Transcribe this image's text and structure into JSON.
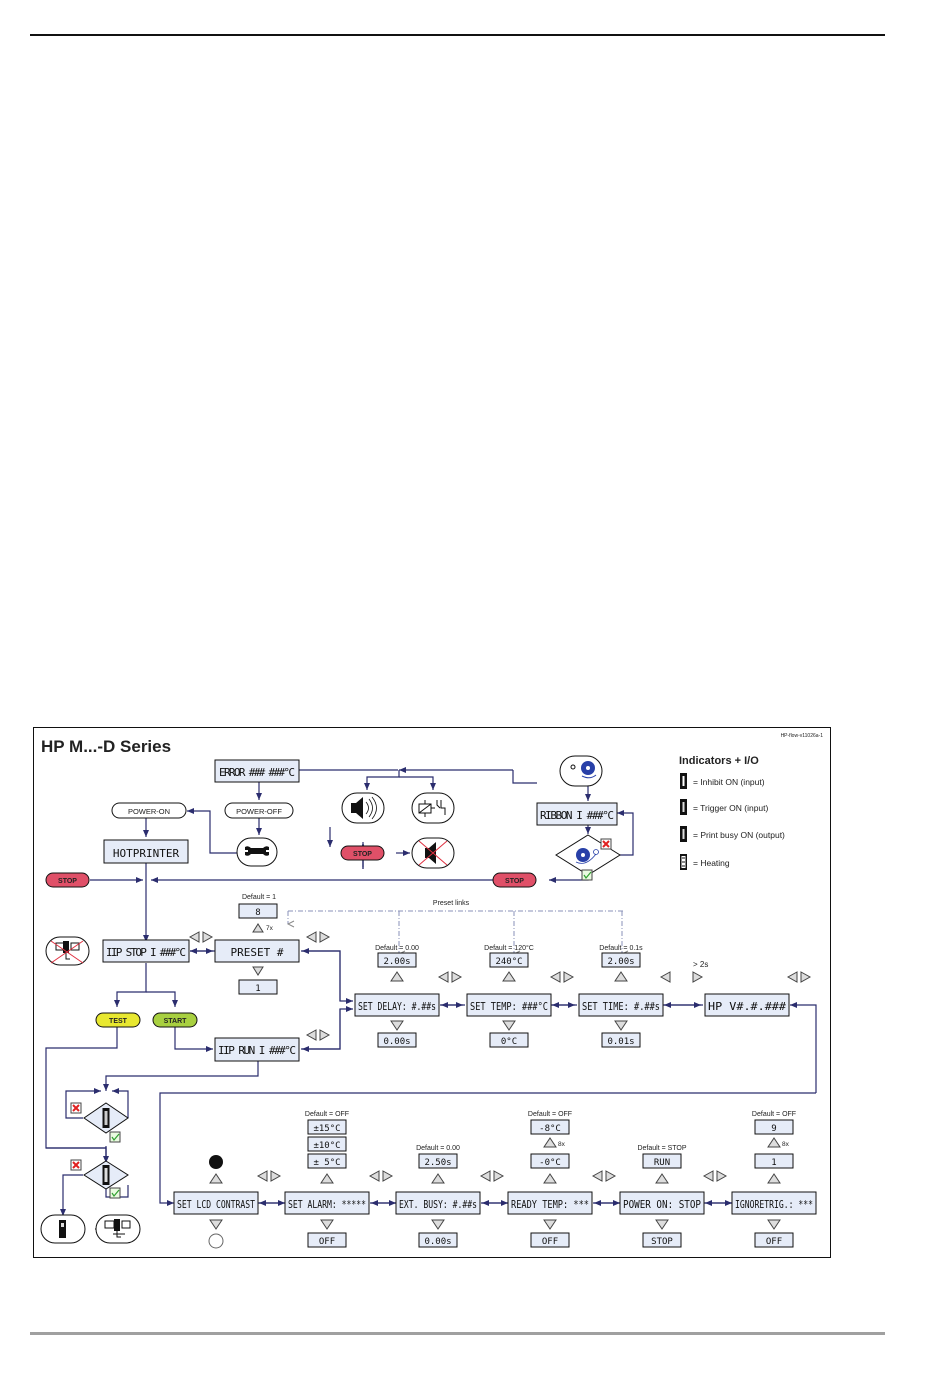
{
  "page": {
    "title": "HP M...-D Series",
    "doc_code": "HP-flow-v11026a-1"
  },
  "colors": {
    "line": "#2b2d6e",
    "lcd_fill": "#e6ecf8",
    "stop_fill": "#e05068",
    "test_fill": "#e8e830",
    "start_fill": "#a8d040",
    "icon_blue": "#2840a8",
    "cross_red": "#e02020",
    "check_green": "#30a030"
  },
  "legend": {
    "title": "Indicators + I/O",
    "items": [
      {
        "glyph": "I",
        "label": "= Inhibit ON (input)"
      },
      {
        "glyph": "T",
        "label": "= Trigger ON (input)"
      },
      {
        "glyph": "P",
        "label": "= Print busy ON (output)"
      },
      {
        "glyph": "H",
        "label": "= Heating"
      }
    ]
  },
  "top": {
    "error_display": "ERROR ###  ###°C",
    "power_on": "POWER-ON",
    "power_off": "POWER-OFF",
    "hotprinter": "HOTPRINTER",
    "stop_left": "STOP",
    "stop_middle": "STOP",
    "stop_right": "STOP",
    "ribbon_display": "RIBBON  I ###°C"
  },
  "main": {
    "stop_display": "IIP STOP I ###°C",
    "run_display": "IIP RUN  I ###°C",
    "test": "TEST",
    "start": "START",
    "preset": {
      "default": "Default = 1",
      "display": "PRESET #",
      "up_value": "8",
      "up_repeat": "7x",
      "down_value": "1"
    },
    "preset_links": "Preset links",
    "settings_row1": [
      {
        "display": "SET DELAY: #.##s",
        "default": "Default = 0.00",
        "up": "2.00s",
        "down": "0.00s"
      },
      {
        "display": "SET TEMP:  ###°C",
        "default": "Default = 120°C",
        "up": "240°C",
        "down": "0°C"
      },
      {
        "display": "SET TIME:  #.##s",
        "default": "Default = 0.1s",
        "up": "2.00s",
        "down": "0.01s"
      },
      {
        "display": "HP V#.#.###",
        "hold_note": "> 2s"
      }
    ],
    "settings_row2": [
      {
        "display": "SET LCD CONTRAST"
      },
      {
        "display": "SET ALARM: *****",
        "default": "Default = OFF",
        "up_values": [
          "±15°C",
          "±10°C",
          "± 5°C"
        ],
        "down": "OFF"
      },
      {
        "display": "EXT. BUSY: #.##s",
        "default": "Default = 0.00",
        "up": "2.50s",
        "down": "0.00s"
      },
      {
        "display": "READY TEMP: ***",
        "default": "Default = OFF",
        "up_values": [
          "-8°C",
          "-0°C"
        ],
        "up_repeat": "8x",
        "down": "OFF"
      },
      {
        "display": "POWER ON:  STOP",
        "default": "Default = STOP",
        "up": "RUN",
        "down": "STOP"
      },
      {
        "display": "IGNORETRIG.: ***",
        "default": "Default = OFF",
        "up_values": [
          "9",
          "1"
        ],
        "up_repeat": "8x",
        "down": "OFF"
      }
    ]
  }
}
